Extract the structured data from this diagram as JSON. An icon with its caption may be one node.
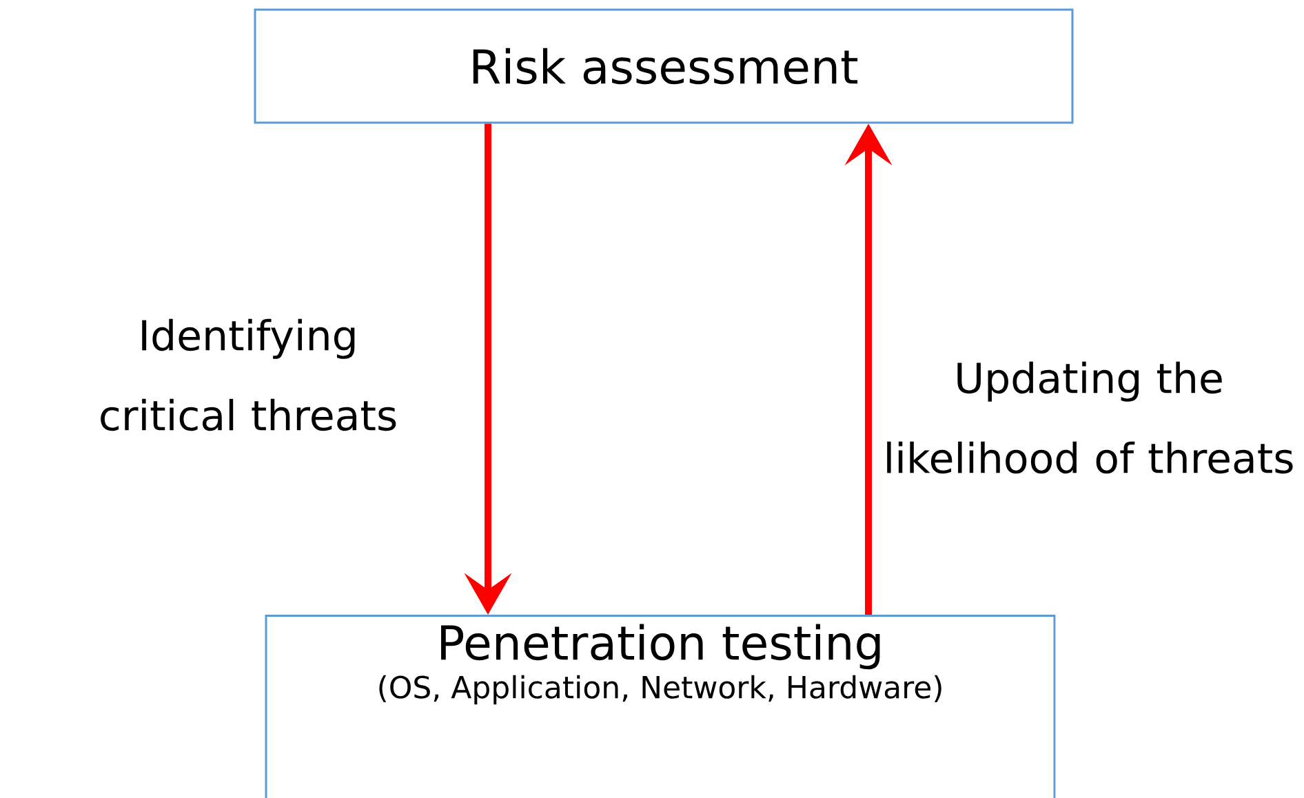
{
  "diagram": {
    "nodes": [
      {
        "text": [
          "Risk assessment"
        ]
      },
      {
        "text": [
          "Penetration testing",
          "(OS, Application, Network, Hardware)"
        ]
      }
    ],
    "edges": [
      {
        "from": 0,
        "to": 1,
        "arrow": "to",
        "label": "Identifying critical threats"
      },
      {
        "from": 1,
        "to": 0,
        "arrow": "to",
        "label": "Updating the likelihood of threats"
      }
    ]
  }
}
